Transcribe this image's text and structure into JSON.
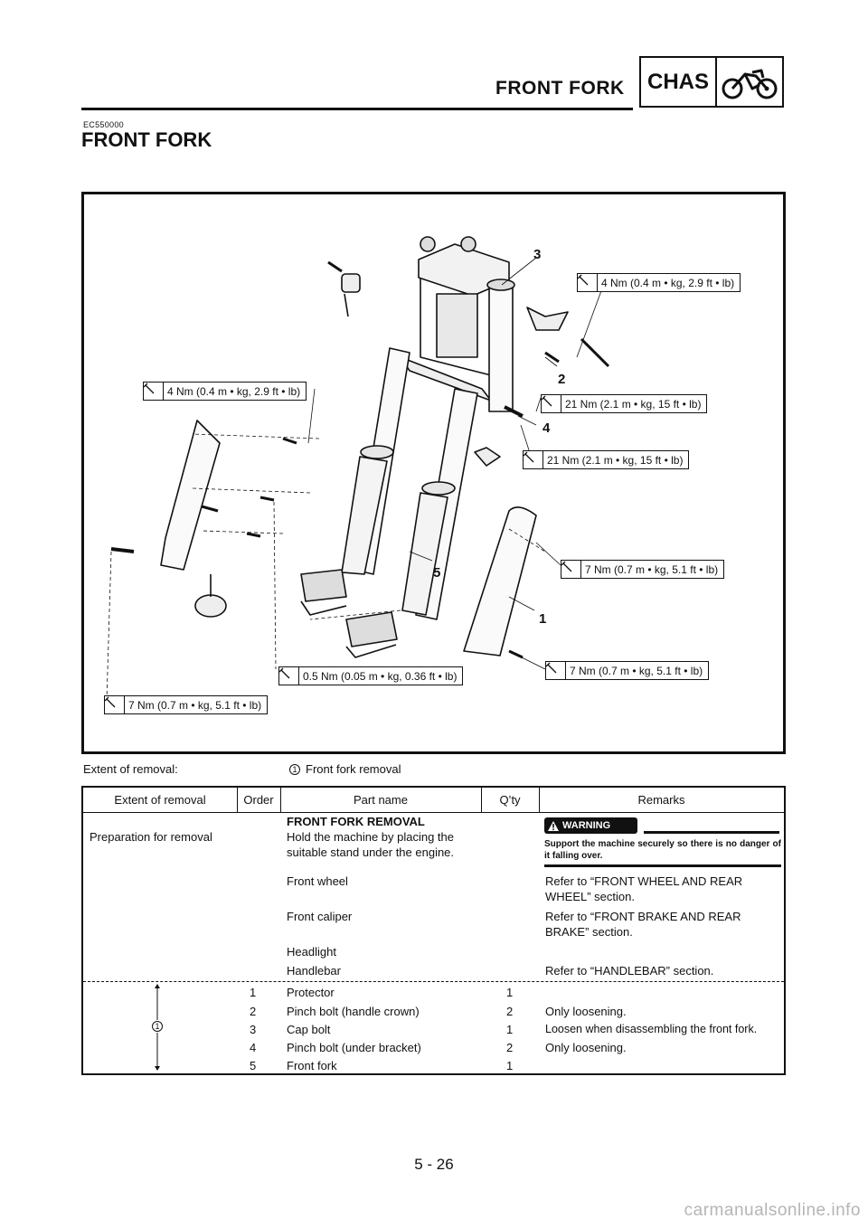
{
  "header": {
    "section_title": "FRONT FORK",
    "chapter_code": "CHAS",
    "chapter_icon": "motorcycle-icon"
  },
  "document_code": "EC550000",
  "page_title": "FRONT FORK",
  "diagram": {
    "torque_specs": [
      "4 Nm (0.4 m • kg, 2.9 ft • lb)",
      "4 Nm (0.4 m • kg, 2.9 ft • lb)",
      "21 Nm (2.1 m • kg, 15 ft • lb)",
      "21 Nm (2.1 m • kg, 15 ft • lb)",
      "7 Nm (0.7 m • kg, 5.1 ft • lb)",
      "7 Nm (0.7 m • kg, 5.1 ft • lb)",
      "0.5 Nm (0.05 m • kg, 0.36 ft • lb)",
      "7 Nm (0.7 m • kg, 5.1 ft • lb)"
    ],
    "callouts": [
      "3",
      "2",
      "4",
      "5",
      "1"
    ]
  },
  "extent": {
    "label": "Extent of removal:",
    "marker": "1",
    "value": "Front fork removal"
  },
  "table": {
    "headers": [
      "Extent of removal",
      "Order",
      "Part name",
      "Q’ty",
      "Remarks"
    ],
    "prep": {
      "extent": "Preparation for removal",
      "heading": "FRONT FORK REMOVAL",
      "rows": [
        {
          "part": "Hold the machine by placing the",
          "part2": "suitable stand under the engine.",
          "remarks": "",
          "remarks2": ""
        },
        {
          "part": "Front wheel",
          "part2": "",
          "remarks": "Refer to “FRONT WHEEL AND REAR",
          "remarks2": "WHEEL” section."
        },
        {
          "part": "Front caliper",
          "part2": "",
          "remarks": "Refer to “FRONT BRAKE AND REAR",
          "remarks2": "BRAKE” section."
        },
        {
          "part": "Headlight",
          "part2": "",
          "remarks": "",
          "remarks2": ""
        },
        {
          "part": "Handlebar",
          "part2": "",
          "remarks": "Refer to “HANDLEBAR” section.",
          "remarks2": ""
        }
      ],
      "warning": {
        "label": "WARNING",
        "text": "Support the machine securely so there is no danger of it falling over."
      }
    },
    "removal": {
      "marker": "1",
      "rows": [
        {
          "order": "1",
          "part": "Protector",
          "qty": "1",
          "remarks": ""
        },
        {
          "order": "2",
          "part": "Pinch bolt (handle crown)",
          "qty": "2",
          "remarks": "Only loosening."
        },
        {
          "order": "3",
          "part": "Cap bolt",
          "qty": "1",
          "remarks": "Loosen when disassembling the front fork."
        },
        {
          "order": "4",
          "part": "Pinch bolt (under bracket)",
          "qty": "2",
          "remarks": "Only loosening."
        },
        {
          "order": "5",
          "part": "Front fork",
          "qty": "1",
          "remarks": ""
        }
      ]
    }
  },
  "page_number": "5 - 26",
  "watermark": "carmanualsonline.info"
}
